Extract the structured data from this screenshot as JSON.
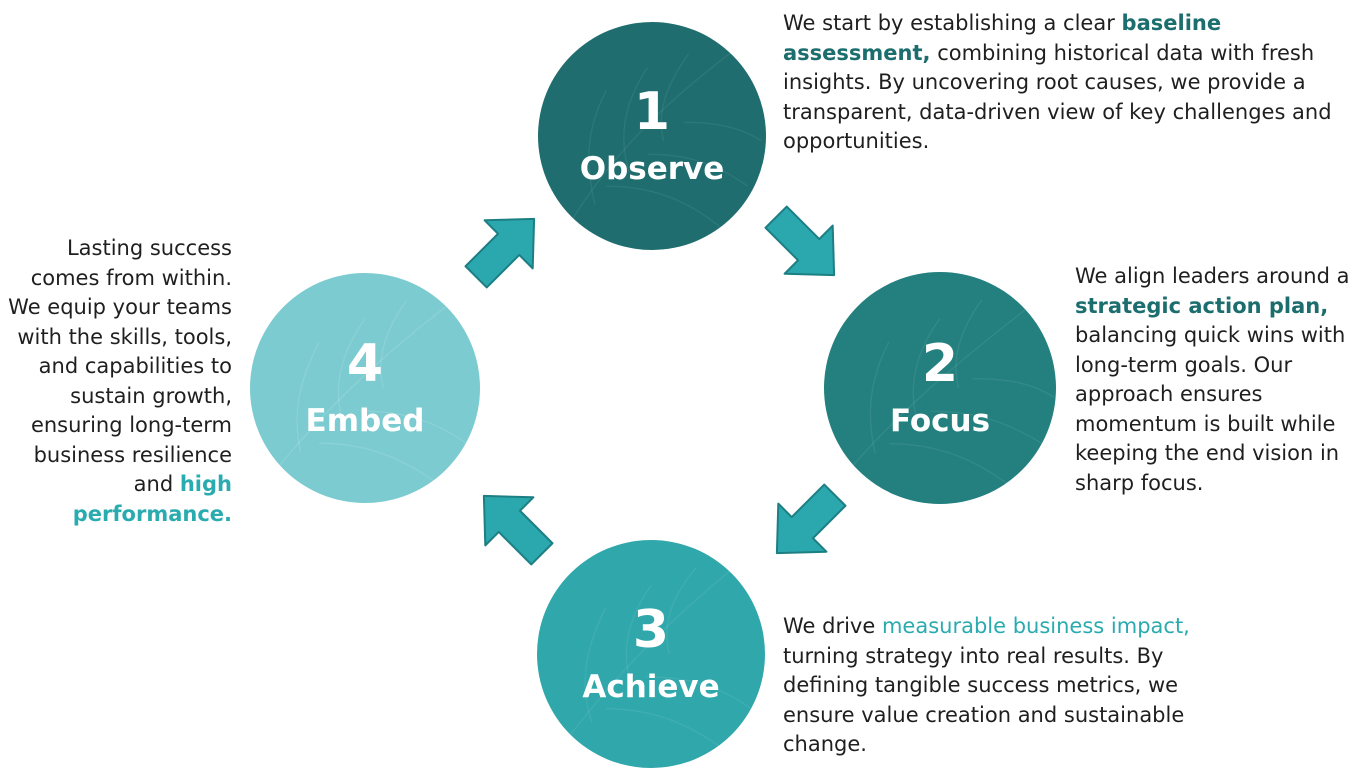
{
  "steps": [
    {
      "number": "1",
      "label": "Observe",
      "color": "#1f6d6e",
      "text_before": "We start by establishing a clear ",
      "highlight": "baseline assessment,",
      "text_after": " combining historical data with fresh insights. By uncovering root causes, we provide a transparent, data-driven view of key challenges and opportunities."
    },
    {
      "number": "2",
      "label": "Focus",
      "color": "#23807f",
      "text_before": "We align leaders around a ",
      "highlight": "strategic action plan,",
      "text_after": " balancing quick wins with long-term goals. Our approach ensures momentum is built while keeping the end vision in sharp focus."
    },
    {
      "number": "3",
      "label": "Achieve",
      "color": "#2fa7ab",
      "text_before": "We drive ",
      "highlight": "measurable business impact,",
      "text_after": " turning strategy into real results. By defining tangible success metrics, we ensure value creation and sustainable change."
    },
    {
      "number": "4",
      "label": "Embed",
      "color": "#7bcbd0",
      "text_before": "Lasting success comes from within. We equip your teams with the skills, tools, and capabilities to sustain growth, ensuring long-term business resilience and ",
      "highlight": "high performance.",
      "text_after": ""
    }
  ],
  "colors": {
    "arrow": "#2aa8ad",
    "highlight_dark": "#1c6d6d",
    "highlight_teal": "#2aabb0"
  }
}
